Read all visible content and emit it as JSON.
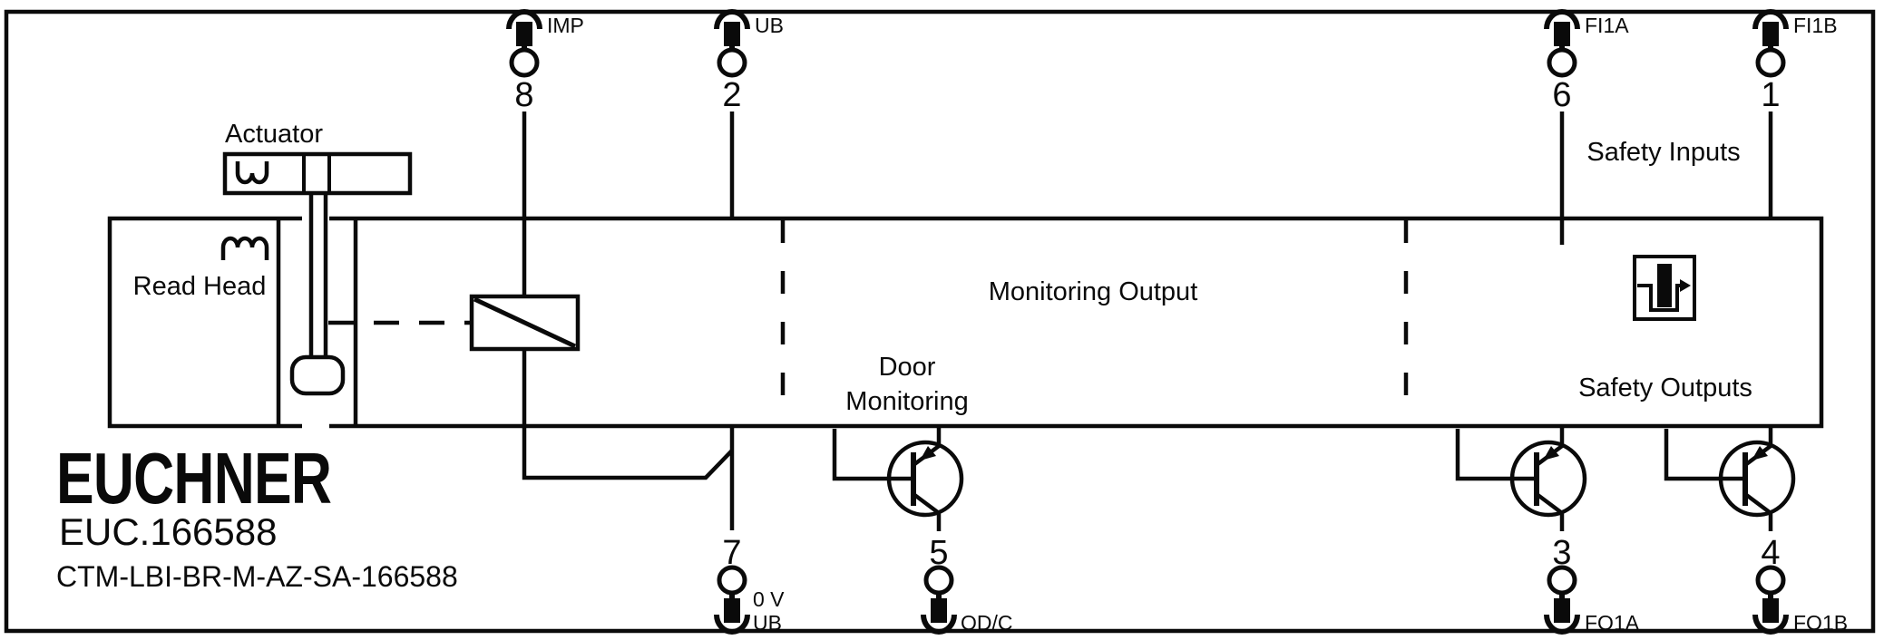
{
  "device": {
    "brand": "EUCHNER",
    "order_code": "EUC.166588",
    "type_code": "CTM-LBI-BR-M-AZ-SA-166588"
  },
  "labels": {
    "actuator": "Actuator",
    "read_head": "Read Head",
    "monitoring_output": "Monitoring Output",
    "door_monitoring": [
      "Door",
      "Monitoring"
    ],
    "safety_inputs": "Safety Inputs",
    "safety_outputs": "Safety Outputs"
  },
  "terminals": {
    "top": [
      {
        "pin": "8",
        "signal": "IMP"
      },
      {
        "pin": "2",
        "signal": "UB"
      },
      {
        "pin": "6",
        "signal": "FI1A"
      },
      {
        "pin": "1",
        "signal": "FI1B"
      }
    ],
    "bottom": [
      {
        "pin": "7",
        "signal_lines": [
          "0 V",
          "UB"
        ]
      },
      {
        "pin": "5",
        "signal": "OD/C"
      },
      {
        "pin": "3",
        "signal": "FO1A"
      },
      {
        "pin": "4",
        "signal": "FO1B"
      }
    ]
  },
  "colors": {
    "line": "#0a0a0a",
    "background": "#ffffff"
  }
}
